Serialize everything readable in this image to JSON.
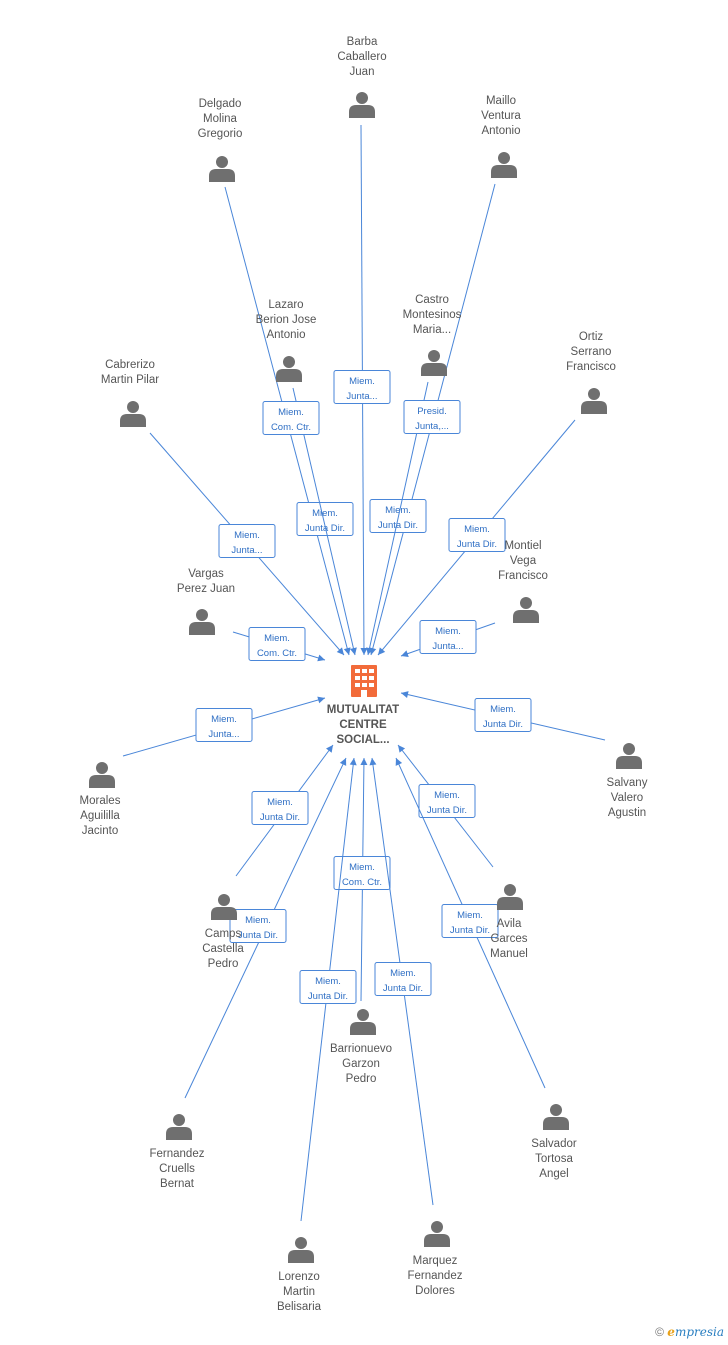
{
  "center": {
    "lines": [
      "MUTUALITAT",
      "CENTRE",
      "SOCIAL..."
    ],
    "color": "#f26b3a"
  },
  "line_color": "#4a86d8",
  "nodes": [
    {
      "id": "barba",
      "lines": [
        "Barba",
        "Caballero",
        "Juan"
      ],
      "role": [
        "Miem.",
        "Junta..."
      ]
    },
    {
      "id": "delgado",
      "lines": [
        "Delgado",
        "Molina",
        "Gregorio"
      ],
      "role": [
        "Miem.",
        "Junta Dir."
      ]
    },
    {
      "id": "maillo",
      "lines": [
        "Maillo",
        "Ventura",
        "Antonio"
      ],
      "role": [
        "Miem.",
        "Junta Dir."
      ]
    },
    {
      "id": "lazaro",
      "lines": [
        "Lazaro",
        "Berion Jose",
        "Antonio"
      ],
      "role": [
        "Miem.",
        "Com. Ctr."
      ]
    },
    {
      "id": "castro",
      "lines": [
        "Castro",
        "Montesinos",
        "Maria..."
      ],
      "role": [
        "Presid.",
        "Junta,..."
      ]
    },
    {
      "id": "ortiz",
      "lines": [
        "Ortiz",
        "Serrano",
        "Francisco"
      ],
      "role": [
        "Miem.",
        "Junta Dir."
      ]
    },
    {
      "id": "cabrerizo",
      "lines": [
        "Cabrerizo",
        "Martin Pilar"
      ],
      "role": [
        "Miem.",
        "Junta..."
      ]
    },
    {
      "id": "montiel",
      "lines": [
        "Montiel",
        "Vega",
        "Francisco"
      ],
      "role": [
        "Miem.",
        "Junta..."
      ]
    },
    {
      "id": "vargas",
      "lines": [
        "Vargas",
        "Perez Juan"
      ],
      "role": [
        "Miem.",
        "Com. Ctr."
      ]
    },
    {
      "id": "morales",
      "lines": [
        "Morales",
        "Aguililla",
        "Jacinto"
      ],
      "role": [
        "Miem.",
        "Junta..."
      ]
    },
    {
      "id": "salvany",
      "lines": [
        "Salvany",
        "Valero",
        "Agustin"
      ],
      "role": [
        "Miem.",
        "Junta Dir."
      ]
    },
    {
      "id": "camps",
      "lines": [
        "Camps",
        "Castella",
        "Pedro"
      ],
      "role": [
        "Miem.",
        "Junta Dir."
      ]
    },
    {
      "id": "avila",
      "lines": [
        "Avila",
        "Garces",
        "Manuel"
      ],
      "role": [
        "Miem.",
        "Junta Dir."
      ]
    },
    {
      "id": "barrionuevo",
      "lines": [
        "Barrionuevo",
        "Garzon",
        "Pedro"
      ],
      "role": [
        "Miem.",
        "Com. Ctr."
      ]
    },
    {
      "id": "fernandez",
      "lines": [
        "Fernandez",
        "Cruells",
        "Bernat"
      ],
      "role": [
        "Miem.",
        "Junta Dir."
      ]
    },
    {
      "id": "salvador",
      "lines": [
        "Salvador",
        "Tortosa",
        "Angel"
      ],
      "role": [
        "Miem.",
        "Junta Dir."
      ]
    },
    {
      "id": "lorenzo",
      "lines": [
        "Lorenzo",
        "Martin",
        "Belisaria"
      ],
      "role": [
        "Miem.",
        "Junta Dir."
      ]
    },
    {
      "id": "marquez",
      "lines": [
        "Marquez",
        "Fernandez",
        "Dolores"
      ],
      "role": [
        "Miem.",
        "Junta Dir."
      ]
    }
  ],
  "footer": {
    "copyright": "©",
    "brand_first": "e",
    "brand_rest": "mpresia"
  }
}
